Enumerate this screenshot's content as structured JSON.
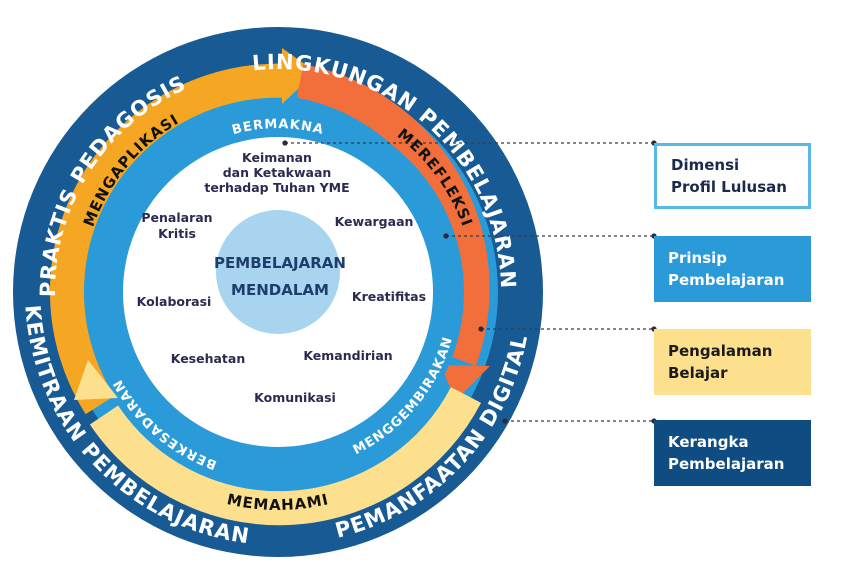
{
  "outer_ring": {
    "top_left": "PRAKTIS PEDAGOSIS",
    "top_right": "LINGKUNGAN PEMBELAJARAN",
    "bottom_left": "KEMITRAAN PEMBELAJARAN",
    "bottom_right": "PEMANFAATAN DIGITAL"
  },
  "experience_ring": {
    "left": "MENGAPLIKASI",
    "right": "MEREFLEKSI",
    "bottom": "MEMAHAMI"
  },
  "principle_ring": {
    "top": "BERMAKNA",
    "left": "BERKESADARAN",
    "right": "MENGGEMBIRAKAN"
  },
  "dimensions": {
    "keimanan_1": "Keimanan",
    "keimanan_2": "dan Ketakwaan",
    "keimanan_3": "terhadap Tuhan YME",
    "penalaran_1": "Penalaran",
    "penalaran_2": "Kritis",
    "kewargaan": "Kewargaan",
    "kolaborasi": "Kolaborasi",
    "kreatifitas": "Kreatifitas",
    "kesehatan": "Kesehatan",
    "kemandirian": "Kemandirian",
    "komunikasi": "Komunikasi"
  },
  "core": {
    "line1": "PEMBELAJARAN",
    "line2": "MENDALAM"
  },
  "legend": {
    "dimensi": "Dimensi\nProfil Lulusan",
    "prinsip": "Prinsip\nPembelajaran",
    "pengalaman": "Pengalaman\nBelajar",
    "kerangka": "Kerangka\nPembelajaran"
  },
  "colors": {
    "outer_ring": "#175a94",
    "orange_arc": "#f5a623",
    "red_orange_arc": "#f26f3c",
    "yellow_arc": "#fde08e",
    "principle_ring": "#2a9ad8",
    "core_circle": "#a8d4ef",
    "legend_dark": "#0f4c82"
  }
}
